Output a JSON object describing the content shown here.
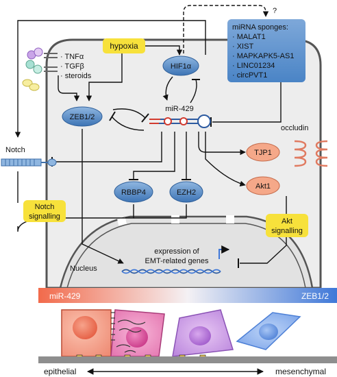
{
  "sponges": {
    "title": "miRNA sponges:",
    "items": [
      "· MALAT1",
      "· XIST",
      "· MAPKAPK5-AS1",
      "· LINC01234",
      "· circPVT1"
    ],
    "question": "?"
  },
  "stimuli": [
    "· TNFα",
    "· TGFβ",
    "· steroids"
  ],
  "nodes": {
    "hypoxia": "hypoxia",
    "hif1a": "HIF1α",
    "zeb": "ZEB1/2",
    "mir": "miR-429",
    "rbbp4": "RBBP4",
    "ezh2": "EZH2",
    "tjp1": "TJP1",
    "akt1": "Akt1",
    "occludin": "occludin",
    "notch": "Notch",
    "notch_signalling": [
      "Notch",
      "signalling"
    ],
    "akt_signalling": [
      "Akt",
      "signalling"
    ],
    "nucleus": "Nucleus",
    "expression": [
      "expression of",
      "EMT-related genes"
    ]
  },
  "gradient": {
    "left": "miR-429",
    "right": "ZEB1/2"
  },
  "axis": {
    "left": "epithelial",
    "right": "mesenchymal"
  },
  "colors": {
    "blue_node": "#5b8fc9",
    "yellow": "#f7e13b",
    "salmon": "#f5a889",
    "red_grad": "#f26a4b",
    "blue_grad": "#3f78d8"
  }
}
